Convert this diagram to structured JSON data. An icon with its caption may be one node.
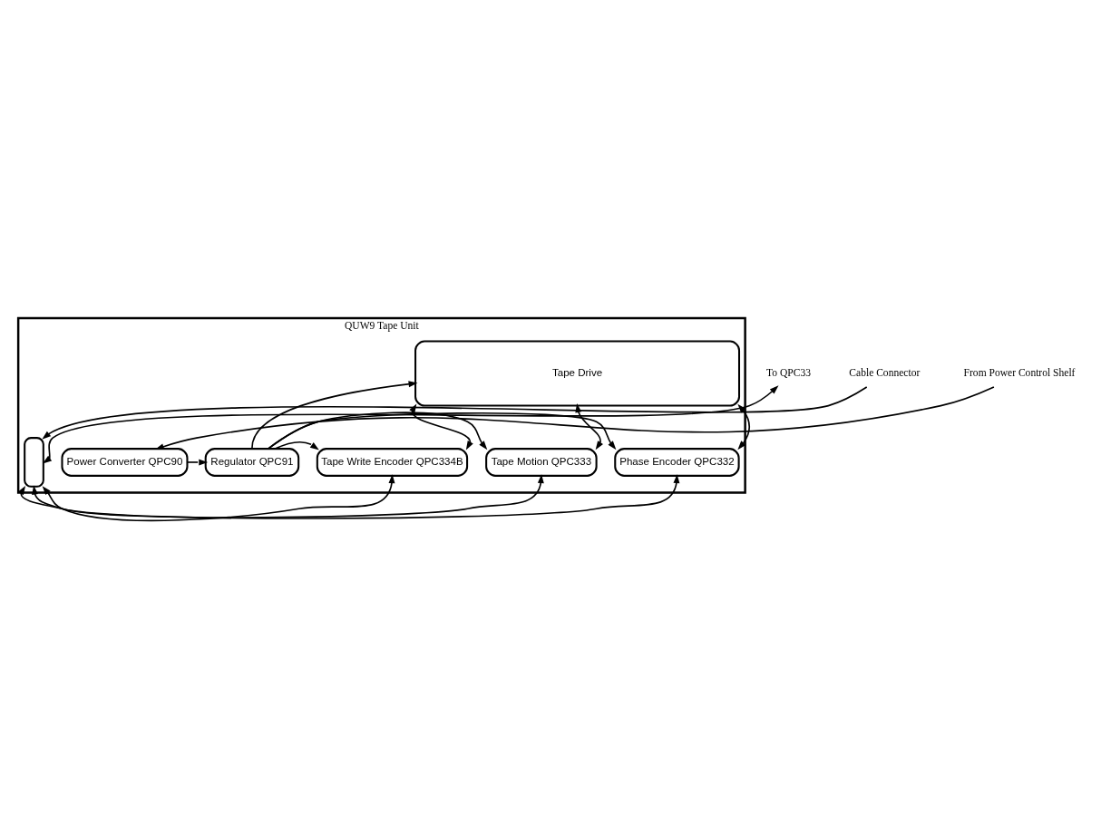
{
  "diagram": {
    "nodes": [
      {
        "text": [
          "QUW9 Tape Unit"
        ]
      },
      {
        "text": [
          "Tape Drive"
        ],
        "in": 0
      },
      {
        "text": [
          "Power Converter QPC90"
        ],
        "in": 0
      },
      {
        "text": [
          "Regulator QPC91"
        ],
        "in": 0
      },
      {
        "text": [
          "Phase Encoder QPC332"
        ],
        "in": 0
      },
      {
        "text": [
          "Tape Motion QPC333"
        ],
        "in": 0
      },
      {
        "text": [
          "Tape Write Encoder QPC334B"
        ],
        "in": 0
      },
      {
        "text": [],
        "shape": "box",
        "in": 0
      },
      {
        "text": [
          "Cable Connector"
        ]
      },
      {
        "text": [
          "To QPC33"
        ]
      },
      {
        "text": [
          "From Power Control Shelf"
        ]
      }
    ],
    "edges": [
      {
        "from": 10,
        "to": 2,
        "arrow": "to"
      },
      {
        "from": 2,
        "to": 3,
        "arrow": "to"
      },
      {
        "from": 3,
        "to": 1,
        "arrow": "to"
      },
      {
        "from": 3,
        "to": 4,
        "arrow": "to"
      },
      {
        "from": 3,
        "to": 5,
        "arrow": "to"
      },
      {
        "from": 3,
        "to": 6,
        "arrow": "to"
      },
      {
        "from": 1,
        "to": 4,
        "arrow": "both"
      },
      {
        "from": 1,
        "to": 5,
        "arrow": "both"
      },
      {
        "from": 1,
        "to": 6,
        "arrow": "both"
      },
      {
        "from": 7,
        "to": 4,
        "arrow": "both"
      },
      {
        "from": 7,
        "to": 5,
        "arrow": "both"
      },
      {
        "from": 7,
        "to": 6,
        "arrow": "both"
      },
      {
        "from": 8,
        "to": 7,
        "arrow": "to"
      },
      {
        "from": 7,
        "to": 9,
        "arrow": "both"
      }
    ]
  }
}
